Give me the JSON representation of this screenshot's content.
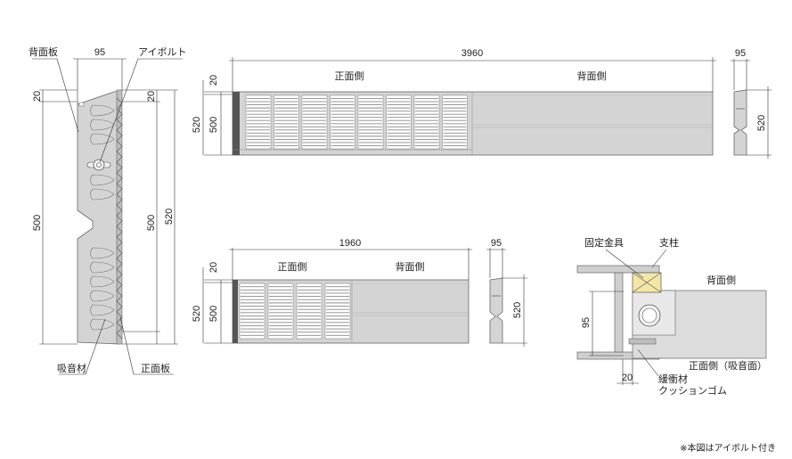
{
  "side_section": {
    "back_panel": "背面板",
    "eye_bolt": "アイボルト",
    "absorber": "吸音材",
    "front_panel": "正面板",
    "dims": {
      "width": "95",
      "top_left": "20",
      "top_right": "20",
      "height_inner": "500",
      "height_inner_right": "500",
      "height_outer": "520"
    }
  },
  "long_unit": {
    "length": "3960",
    "front_side": "正面側",
    "back_side": "背面側",
    "dims": {
      "top": "20",
      "outer": "520",
      "inner": "500"
    }
  },
  "long_end": {
    "width": "95",
    "height": "520"
  },
  "short_unit": {
    "length": "1960",
    "front_side": "正面側",
    "back_side": "背面側",
    "dims": {
      "top": "20",
      "outer": "520",
      "inner": "500"
    }
  },
  "short_end": {
    "width": "95",
    "height": "520"
  },
  "install_detail": {
    "fixing_bracket": "固定金具",
    "column": "支柱",
    "back_side": "背面側",
    "front_side": "正面側（吸音面）",
    "buffer": "緩衝材",
    "cushion": "クッションゴム",
    "dim_95": "95",
    "dim_20": "20"
  },
  "note": "※本図はアイボルト付き"
}
